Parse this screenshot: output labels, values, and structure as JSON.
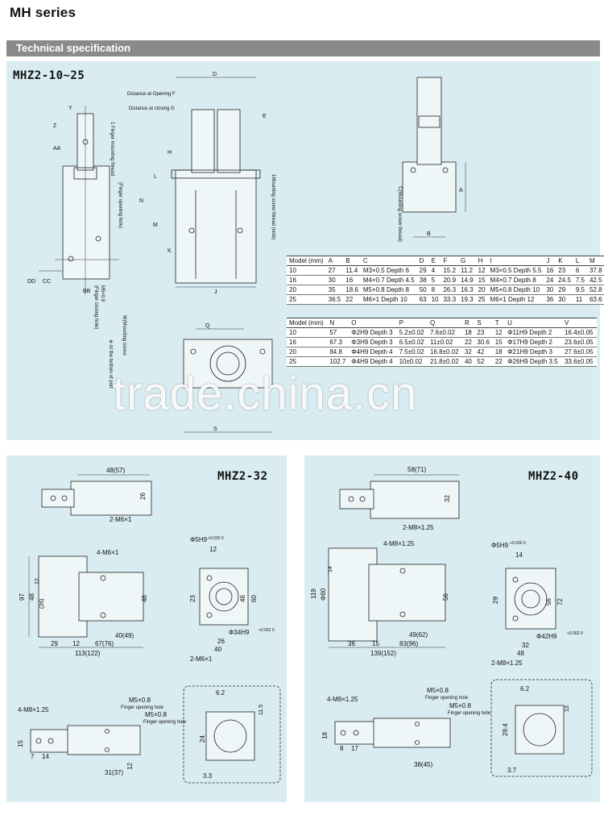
{
  "header": {
    "series": "MH series",
    "spec_title": "Technical specification"
  },
  "models": {
    "m1": "MHZ2-10~25",
    "m2": "MHZ2-32",
    "m3": "MHZ2-40"
  },
  "diagram1": {
    "letters": {
      "d": "D",
      "e": "E",
      "y": "Y",
      "z": "Z",
      "aa": "AA",
      "h": "H",
      "l": "L",
      "n": "N",
      "m": "M",
      "k": "K",
      "j": "J",
      "bb": "BB",
      "cc": "CC",
      "dd": "DD",
      "a": "A",
      "b": "B",
      "q": "Q",
      "s": "S"
    },
    "notes": {
      "open": "Distance at Opening F",
      "close": "Distance at closing G",
      "finger_mount": "1 Finger mounting thread",
      "finger_open": "(Finger opening hole)",
      "mounting": "1Mounting screw thread (note)",
      "m5": "M5×0.8",
      "m5b": "(Finger closing hole)",
      "c_mount": "C(Mounting screw thread)",
      "wmount": "W(Mounting screw",
      "port": "※ At the bottom of port"
    }
  },
  "table1": {
    "header": [
      "Model (mm)",
      "A",
      "B",
      "C",
      "D",
      "E",
      "F",
      "G",
      "H",
      "I",
      "J",
      "K",
      "L",
      "M"
    ],
    "rows": [
      [
        "10",
        "27",
        "11.4",
        "M3×0.5 Depth 6",
        "29",
        "4",
        "15.2",
        "11.2",
        "12",
        "M3×0.5 Depth 5.5",
        "16",
        "23",
        "6",
        "37.8"
      ],
      [
        "16",
        "30",
        "16",
        "M4×0.7 Depth 4.5",
        "38",
        "5",
        "20.9",
        "14.9",
        "15",
        "M4×0.7 Depth 8",
        "24",
        "24.5",
        "7.5",
        "42.5"
      ],
      [
        "20",
        "35",
        "18.6",
        "M5×0.8 Depth 8",
        "50",
        "8",
        "26.3",
        "16.3",
        "20",
        "M5×0.8 Depth 10",
        "30",
        "29",
        "9.5",
        "52.8"
      ],
      [
        "25",
        "36.5",
        "22",
        "M6×1 Depth 10",
        "63",
        "10",
        "33.3",
        "19.3",
        "25",
        "M6×1 Depth 12",
        "36",
        "30",
        "11",
        "63.6"
      ]
    ]
  },
  "table2": {
    "header": [
      "Model (mm)",
      "N",
      "O",
      "P",
      "Q",
      "R",
      "S",
      "T",
      "U",
      "V"
    ],
    "rows": [
      [
        "10",
        "57",
        "Φ2H9 Depth 3",
        "5.2±0.02",
        "7.6±0.02",
        "18",
        "23",
        "12",
        "Φ11H9 Depth 2",
        "16.4±0.05"
      ],
      [
        "16",
        "67.3",
        "Φ3H9 Depth 3",
        "6.5±0.02",
        "11±0.02",
        "22",
        "30.6",
        "15",
        "Φ17H9 Depth 2",
        "23.6±0.05"
      ],
      [
        "20",
        "84.8",
        "Φ4H9 Depth 4",
        "7.5±0.02",
        "16.8±0.02",
        "32",
        "42",
        "18",
        "Φ21H9 Depth 3",
        "27.6±0.05"
      ],
      [
        "25",
        "102.7",
        "Φ4H9 Depth 4",
        "10±0.02",
        "21.8±0.02",
        "40",
        "52",
        "22",
        "Φ26H9 Depth 3.5",
        "33.6±0.05"
      ]
    ]
  },
  "dims32": {
    "top": "48(57)",
    "r26": "26",
    "m6_2": "2-M6×1",
    "m6_4": "4-M6×1",
    "d97": "97",
    "d48": "48",
    "d12": "12",
    "d26": "(26)",
    "d46": "46",
    "d29": "29",
    "d12b": "12",
    "d67": "67(76)",
    "d40": "40(49)",
    "d113": "113(122)",
    "phi5": "Φ5H9",
    "tol5": "+0.030 0",
    "d12c": "12",
    "d23": "23",
    "d46b": "46",
    "d60": "60",
    "d26b": "26",
    "d40b": "40",
    "phi34": "Φ34H9",
    "tol34": "+0.062 0",
    "m6_2b": "2-M6×1",
    "m8": "4-M8×1.25",
    "d15": "15",
    "d7": "7",
    "d14": "14",
    "m5a": "M5×0.8",
    "fo": "Finger opening hole",
    "m5b": "M5×0.8",
    "fo2": "Finger opening hole",
    "d31": "31(37)",
    "d12d": "12",
    "d62": "6.2",
    "d24": "24",
    "d3_3": "3.3",
    "d11_5": "11.5"
  },
  "dims40": {
    "top": "58(71)",
    "d32": "32",
    "m8_2": "2-M8×1.25",
    "m8_4": "4-M8×1.25",
    "d119": "119",
    "d60": "Φ60",
    "d14": "14",
    "d56": "56",
    "d36": "36",
    "d15": "15",
    "d83": "83(96)",
    "d49": "49(62)",
    "d139": "139(152)",
    "phi5": "Φ5H9",
    "tol5": "+0.030 0",
    "d14b": "14",
    "d29": "29",
    "d56b": "56",
    "d72": "72",
    "d32b": "32",
    "d48": "48",
    "phi42": "Φ42H9",
    "tol42": "+0.062 0",
    "m8_2b": "2-M8×1.25",
    "m8c": "4-M8×1.25",
    "d18": "18",
    "d8": "8",
    "d17": "17",
    "m5a": "M5×0.8",
    "fo": "Finger opening hole",
    "m5b": "M5×0.8",
    "fo2": "Finger opening hole",
    "d38": "38(45)",
    "d62": "6.2",
    "d29_4": "29.4",
    "d3_7": "3.7",
    "d13": "13"
  },
  "watermark": "trade.china.cn"
}
